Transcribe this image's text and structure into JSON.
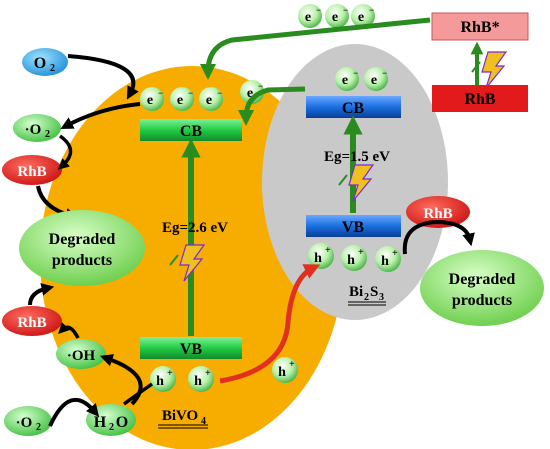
{
  "colors": {
    "bivo4_ellipse": "#f7ad00",
    "bi2s3_ellipse": "#c9c9c9",
    "green_band": "#22cc44",
    "blue_band": "#1a6fe0",
    "rhb_red": "#e31a1c",
    "rhb_star_pink": "#f49a9a",
    "arrow_green": "#2a8c1e",
    "arrow_red": "#e0301e",
    "product_green": "#8ee05a",
    "lightning": "#f0c020"
  },
  "labels": {
    "electron": "e",
    "electron_sup": "−",
    "hole": "h",
    "hole_sup": "+",
    "o2": "O",
    "o2_sub": "2",
    "superoxide": "·O",
    "superoxide_sub": "2",
    "hydroxyl": "·OH",
    "water_h": "H",
    "water_sub": "2",
    "water_o": "O",
    "rhb": "RhB",
    "rhb_star": "RhB*",
    "cb": "CB",
    "vb": "VB",
    "eg_bivo4": "Eg=2.6 eV",
    "eg_bi2s3": "Eg=1.5 eV",
    "degraded_line1": "Degraded",
    "degraded_line2": "products",
    "bivo4_prefix": "BiVO",
    "bivo4_sub": "4",
    "bi2s3_a": "Bi",
    "bi2s3_sub1": "2",
    "bi2s3_b": "S",
    "bi2s3_sub2": "3"
  }
}
